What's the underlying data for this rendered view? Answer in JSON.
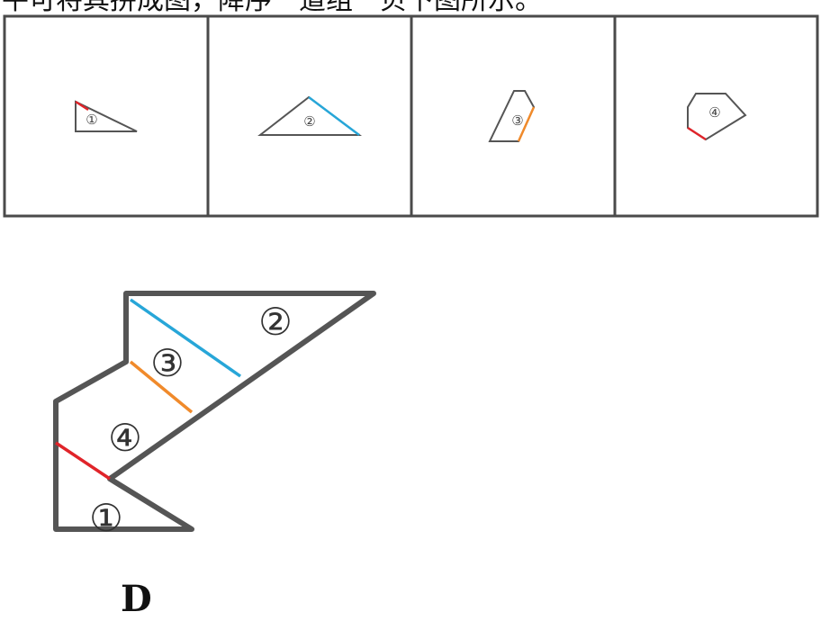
{
  "top_caption": "平可将其拼成图，降序一道组一贝下图所示。",
  "panels": [
    {
      "label": "①",
      "edge_colors": [
        "#e0242a"
      ]
    },
    {
      "label": "②",
      "edge_colors": [
        "#27a6d8"
      ]
    },
    {
      "label": "③",
      "edge_colors": [
        "#f08a2b"
      ]
    },
    {
      "label": "④",
      "edge_colors": [
        "#e0242a"
      ]
    }
  ],
  "assembled": {
    "piece_labels": [
      "①",
      "②",
      "③",
      "④"
    ]
  },
  "answer_label": "D",
  "colors": {
    "red": "#e0242a",
    "blue": "#27a6d8",
    "orange": "#f08a2b",
    "outline": "#4a4a4a"
  }
}
